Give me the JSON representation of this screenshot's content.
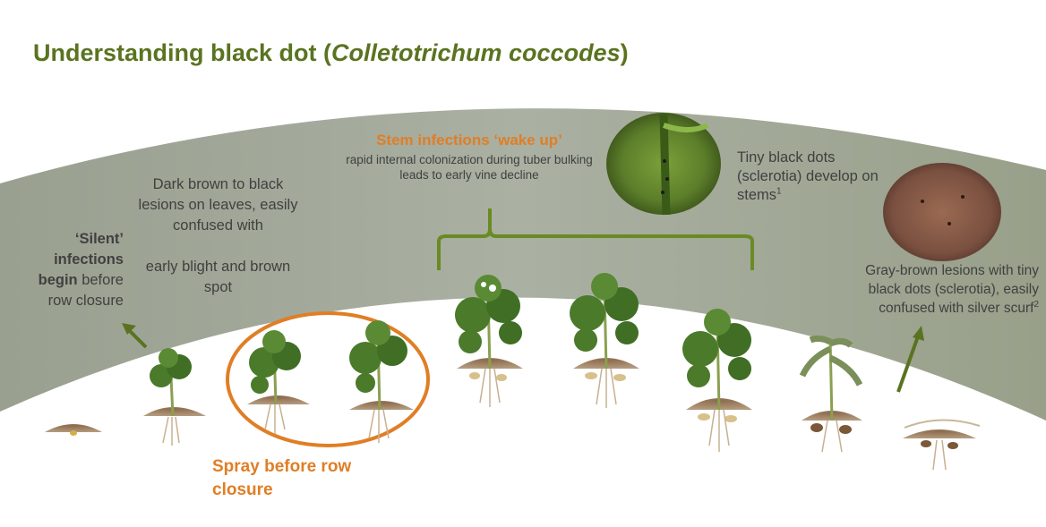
{
  "title": {
    "main": "Understanding black dot (",
    "italic": "Colletotrichum coccodes",
    "close": ")"
  },
  "silent": {
    "bold": "‘Silent’ infections begin",
    "normal": "before row closure"
  },
  "leaf_lesions": {
    "line1": "Dark brown to black lesions on leaves, easily confused with",
    "line2": "early blight and brown spot"
  },
  "stem_wake": {
    "heading": "Stem infections ‘wake up’",
    "body": "rapid internal colonization during tuber bulking leads to early vine decline"
  },
  "sclerotia_stems": {
    "text": "Tiny black dots (sclerotia) develop on stems",
    "sup": "1"
  },
  "tuber_lesions": {
    "text": "Gray-brown lesions with tiny black dots (sclerotia), easily confused with silver scurf",
    "sup": "2"
  },
  "spray": {
    "text": "Spray before row closure"
  },
  "colors": {
    "title_green": "#5a7320",
    "band_gray_green": "#a3a896",
    "accent_orange": "#e07e25",
    "bracket_green": "#6a8a24",
    "text_gray": "#404040"
  },
  "icons": [
    "seed-piece-icon",
    "potato-plant-icon",
    "stem-photo",
    "tuber-photo",
    "arrow-up-icon"
  ]
}
